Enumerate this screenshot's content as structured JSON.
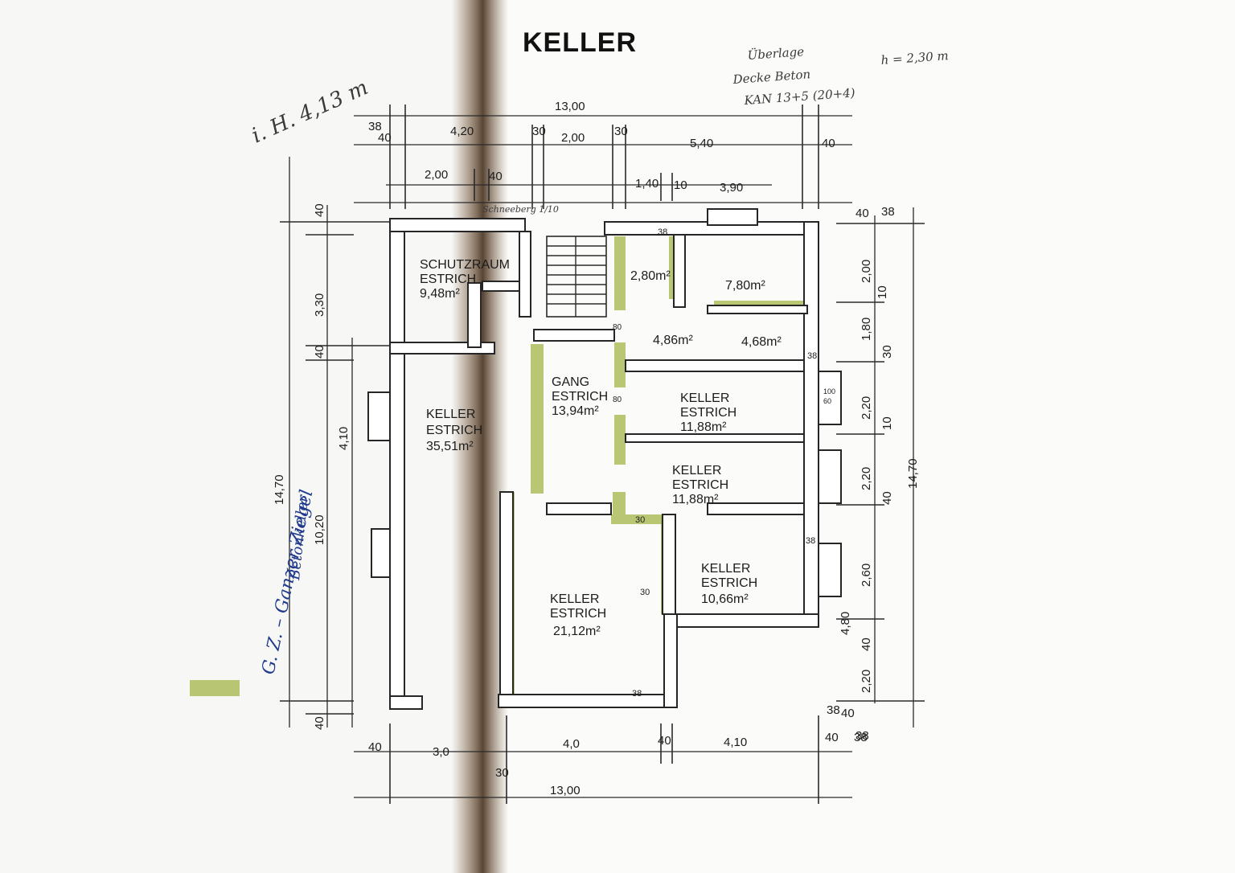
{
  "title": "KELLER",
  "rooms": [
    {
      "id": "schutzraum",
      "name": "SCHUTZRAUM",
      "floor": "ESTRICH",
      "area": "9,48m²"
    },
    {
      "id": "r280",
      "area": "2,80m²"
    },
    {
      "id": "r780",
      "area": "7,80m²"
    },
    {
      "id": "r486",
      "area": "4,86m²"
    },
    {
      "id": "r468",
      "area": "4,68m²"
    },
    {
      "id": "gang",
      "name": "GANG",
      "floor": "ESTRICH",
      "area": "13,94m²"
    },
    {
      "id": "keller1188a",
      "name": "KELLER",
      "floor": "ESTRICH",
      "area": "11,88m²"
    },
    {
      "id": "keller355",
      "name": "KELLER",
      "floor": "ESTRICH",
      "area": "35,51m²"
    },
    {
      "id": "keller1188b",
      "name": "KELLER",
      "floor": "ESTRICH",
      "area": "11,88m²"
    },
    {
      "id": "keller1066",
      "name": "KELLER",
      "floor": "ESTRICH",
      "area": "10,66m²"
    },
    {
      "id": "keller2112",
      "name": "KELLER",
      "floor": "ESTRICH",
      "area": "21,12m²"
    }
  ],
  "dims_top": [
    "13,00",
    "38",
    "40",
    "4,20",
    "30",
    "2,00",
    "30",
    "5,40",
    "40",
    "2,00",
    "40",
    "1,40",
    "10",
    "3,90"
  ],
  "dims_bottom": [
    "40",
    "3,0",
    "4,0",
    "40",
    "4,10",
    "40",
    "38",
    "30",
    "13,00",
    "38",
    "40"
  ],
  "dims_left": [
    "40",
    "3,30",
    "40",
    "4,10",
    "10,20",
    "14,70",
    "40"
  ],
  "dims_right": [
    "40",
    "38",
    "2,00",
    "10",
    "1,80",
    "30",
    "2,20",
    "10",
    "2,20",
    "40",
    "2,60",
    "4,80",
    "40",
    "2,20",
    "14,70",
    "38"
  ],
  "small_labels": [
    "38",
    "38",
    "38",
    "38",
    "30",
    "30",
    "80",
    "80",
    "100",
    "60"
  ],
  "handwriting": {
    "top_left": "i. H. 4,13 m",
    "top_right_1": "Überlage",
    "top_right_2": "h = 2,30 m",
    "top_right_3": "Decke Beton",
    "top_right_4": "KAN 13+5 (20+4)",
    "left_blue_1": "G. Z. – Ganzer Ziegel",
    "left_blue_2": "Betonkeller",
    "mid": "Schneeberg 1/10"
  },
  "colors": {
    "highlight": "#9fb341",
    "ink": "#1e1e1e",
    "blue_ink": "#1f3a8c"
  }
}
